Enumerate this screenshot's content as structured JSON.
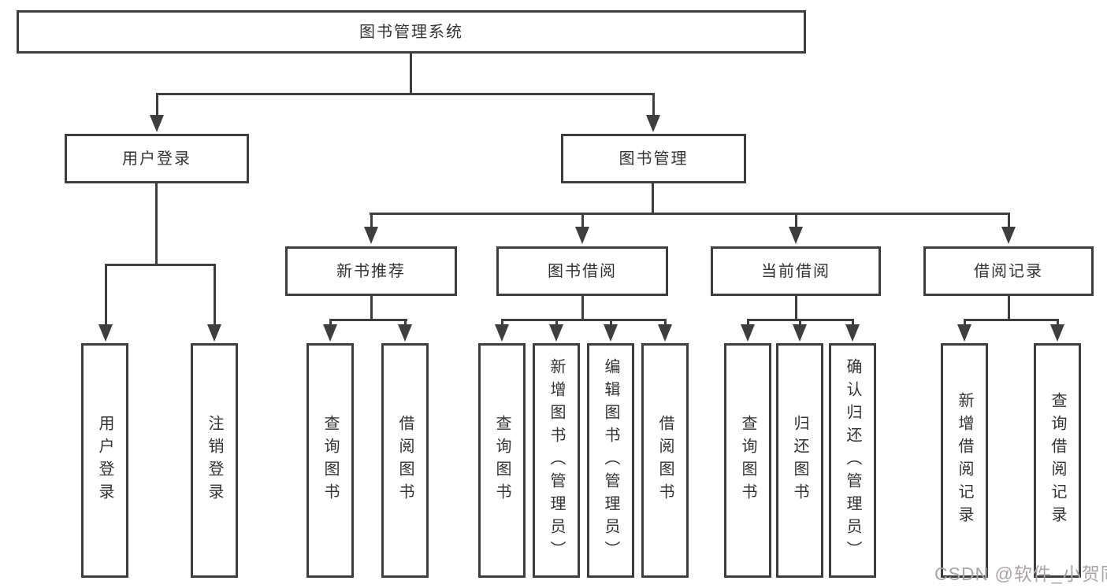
{
  "diagram": {
    "root": {
      "label": "图书管理系统"
    },
    "level2": [
      {
        "label": "用户登录"
      },
      {
        "label": "图书管理"
      }
    ],
    "level3": [
      {
        "label": "新书推荐",
        "parent": "图书管理"
      },
      {
        "label": "图书借阅",
        "parent": "图书管理"
      },
      {
        "label": "当前借阅",
        "parent": "图书管理"
      },
      {
        "label": "借阅记录",
        "parent": "图书管理"
      }
    ],
    "leaves": [
      {
        "label": "用户登录",
        "parent": "用户登录"
      },
      {
        "label": "注销登录",
        "parent": "用户登录"
      },
      {
        "label": "查询图书",
        "parent": "新书推荐"
      },
      {
        "label": "借阅图书",
        "parent": "新书推荐"
      },
      {
        "label": "查询图书",
        "parent": "图书借阅"
      },
      {
        "label": "新增图书（管理员）",
        "parent": "图书借阅"
      },
      {
        "label": "编辑图书（管理员）",
        "parent": "图书借阅"
      },
      {
        "label": "借阅图书",
        "parent": "图书借阅"
      },
      {
        "label": "查询图书",
        "parent": "当前借阅"
      },
      {
        "label": "归还图书",
        "parent": "当前借阅"
      },
      {
        "label": "确认归还（管理员）",
        "parent": "当前借阅"
      },
      {
        "label": "新增借阅记录",
        "parent": "借阅记录"
      },
      {
        "label": "查询借阅记录",
        "parent": "借阅记录"
      }
    ],
    "colors": {
      "line": "#3e3e3e",
      "text": "#333333",
      "background": "#ffffff",
      "watermark_text": "#aba5a5"
    },
    "watermark": "CSDN @软件_小贺同学"
  }
}
